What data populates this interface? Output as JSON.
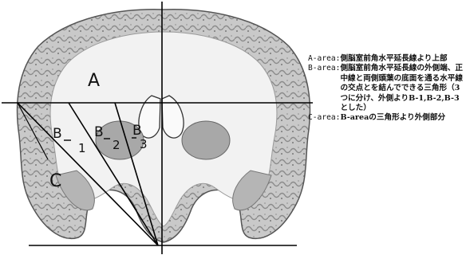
{
  "diagram": {
    "region_labels": {
      "A": "A",
      "B1_letter": "B",
      "B1_sub": "1",
      "B2_letter": "B",
      "B2_sub": "2",
      "B3_letter": "B",
      "B3_sub": "3",
      "C": "C"
    }
  },
  "legend": [
    {
      "key": "A-area:",
      "text": "側脳室前角水平延長線より上部"
    },
    {
      "key": "B-area:",
      "text": "側脳室前角水平延長線の外側端、正中線と両側頭葉の底面を通る水平線の交点とを結んでできる三角形（3つに分け、外側よりB-1,B-2,B-3とした）"
    },
    {
      "key": "C-area:",
      "text": "B-areaの三角形より外側部分"
    }
  ]
}
